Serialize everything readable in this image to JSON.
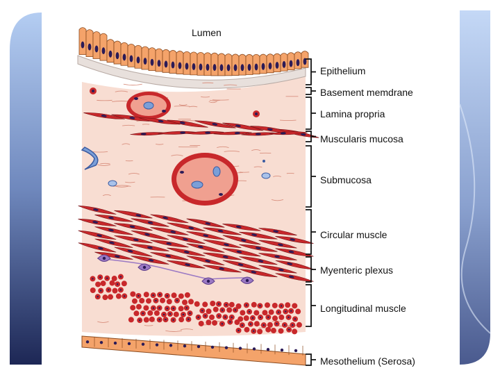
{
  "diagram": {
    "lumen_label": "Lumen",
    "layers": [
      {
        "key": "epithelium",
        "label": "Epithelium"
      },
      {
        "key": "basement",
        "label": "Basement memdrane"
      },
      {
        "key": "lamina",
        "label": "Lamina propria"
      },
      {
        "key": "muscularis",
        "label": "Muscularis mucosa"
      },
      {
        "key": "submucosa",
        "label": "Submucosa"
      },
      {
        "key": "circular",
        "label": "Circular muscle"
      },
      {
        "key": "myenteric",
        "label": "Myenteric plexus"
      },
      {
        "key": "longitudinal",
        "label": "Longitudinal muscle"
      },
      {
        "key": "mesothelium",
        "label": "Mesothelium (Serosa)"
      }
    ]
  },
  "colors": {
    "tissue": "#f8ddd2",
    "epithelium": "#f4a36a",
    "nucleus": "#2b1b57",
    "muscle": "#c8282b",
    "vessel": "#e6656a",
    "lymph": "#7b9fd8",
    "plexus": "#9b79c4",
    "slide_gradient_top": "#a9c6f0",
    "slide_gradient_bottom": "#1e2a5a"
  }
}
